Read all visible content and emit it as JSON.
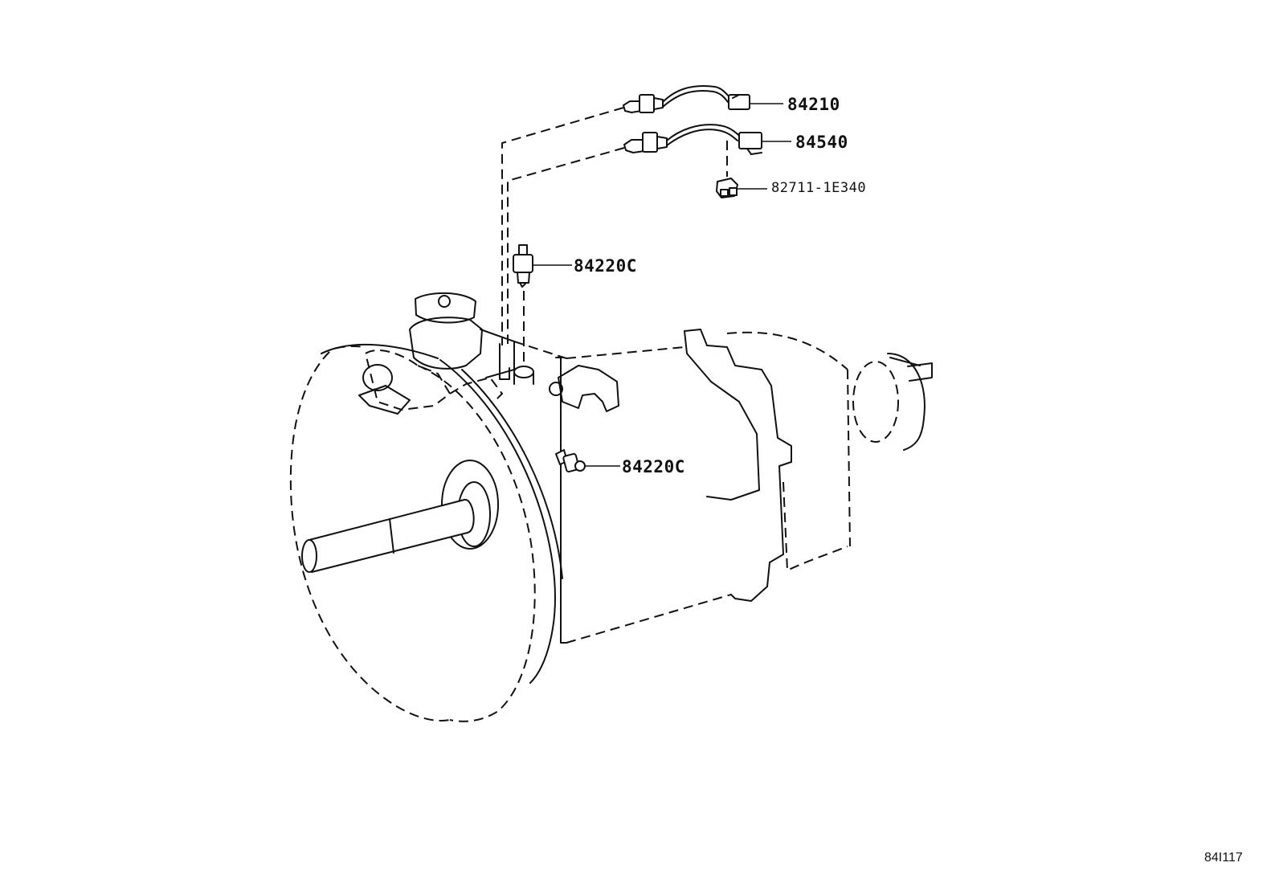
{
  "callouts": {
    "sensor_a": "84210",
    "sensor_b": "84540",
    "clamp": "82711-1E340",
    "switch_top": "84220C",
    "switch_side": "84220C"
  },
  "figure_id": "84I117"
}
